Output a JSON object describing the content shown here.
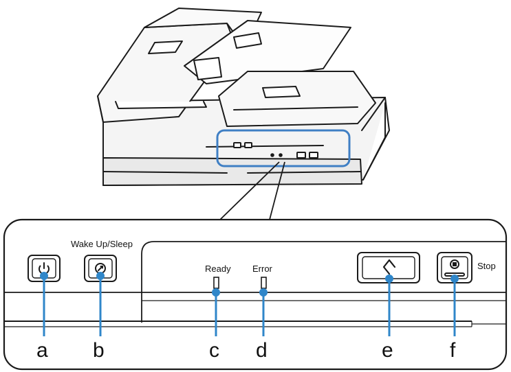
{
  "labels": {
    "wake_up_sleep": "Wake Up/Sleep",
    "ready": "Ready",
    "error": "Error",
    "stop": "Stop"
  },
  "callouts": [
    "a",
    "b",
    "c",
    "d",
    "e",
    "f"
  ],
  "colors": {
    "highlight": "#3f7fc4",
    "leader": "#2f86c9",
    "line": "#1a1a1a"
  },
  "icons": {
    "a": "power-icon",
    "b": "wake-sleep-icon",
    "e": "start-scan-icon",
    "f": "stop-icon"
  }
}
